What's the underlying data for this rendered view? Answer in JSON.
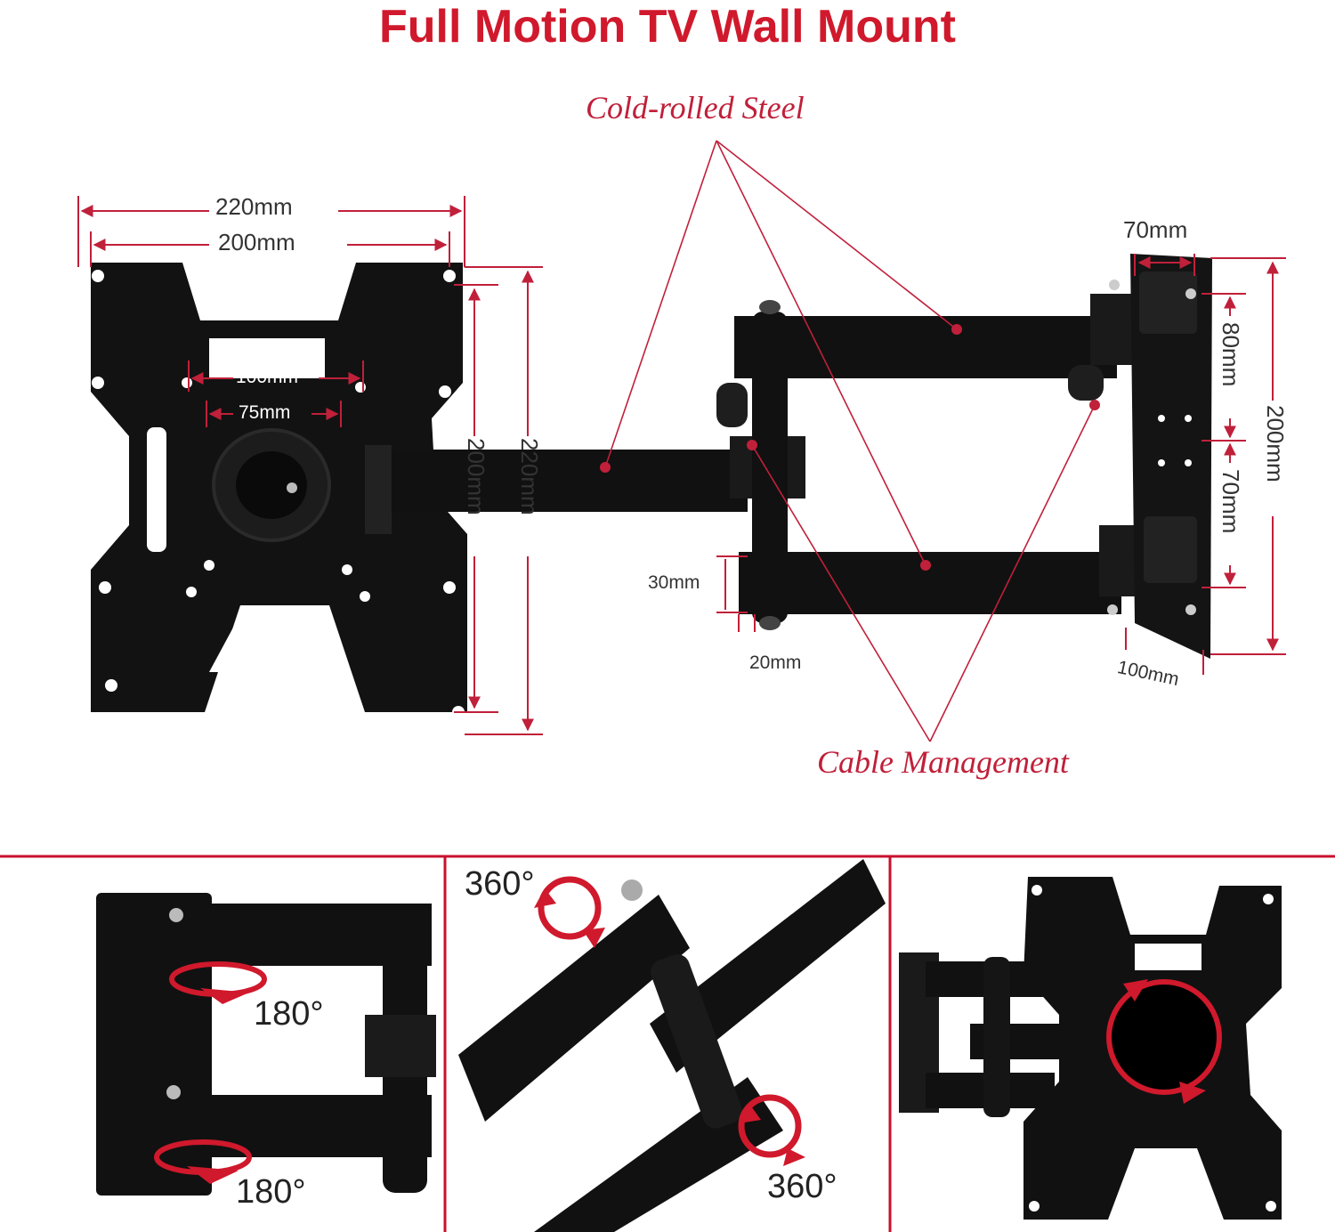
{
  "title": "Full Motion TV Wall Mount",
  "callouts": {
    "steel": "Cold-rolled Steel",
    "cable": "Cable Management"
  },
  "dimensions": {
    "plate_outer_width": "220mm",
    "plate_inner_width": "200mm",
    "plate_100": "100mm",
    "plate_75": "75mm",
    "plate_inner_height": "200mm",
    "plate_outer_height": "220mm",
    "arm_height": "30mm",
    "arm_width": "20mm",
    "wall_top_width": "70mm",
    "wall_80": "80mm",
    "wall_70": "70mm",
    "wall_height": "200mm",
    "wall_bottom_width": "100mm"
  },
  "rotations": {
    "panel1_top": "180°",
    "panel1_bottom": "180°",
    "panel2_top": "360°",
    "panel2_bottom": "360°"
  },
  "colors": {
    "accent": "#d0192c",
    "metal": "#111111"
  }
}
